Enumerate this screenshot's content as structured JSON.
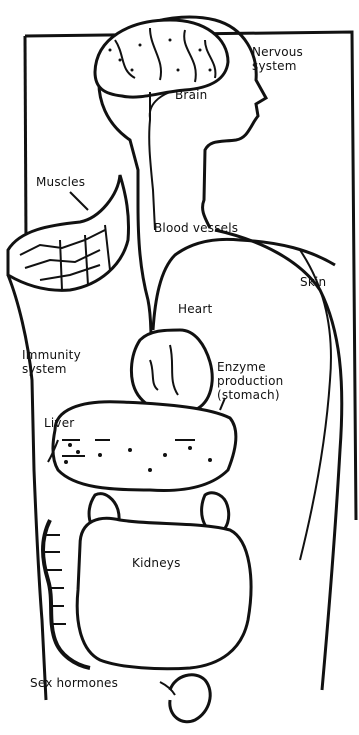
{
  "labels": {
    "nervous_system": "Nervous\nsystem",
    "brain": "Brain",
    "muscles": "Muscles",
    "blood_vessels": "Blood vessels",
    "skin": "Skin",
    "heart": "Heart",
    "immunity_system": "Immunity\nsystem",
    "enzyme_production": "Enzyme\nproduction\n(stomach)",
    "liver": "Liver",
    "kidneys": "Kidneys",
    "sex_hormones": "Sex hormones"
  },
  "colors": {
    "ink": "#111111",
    "paper": "#ffffff"
  }
}
